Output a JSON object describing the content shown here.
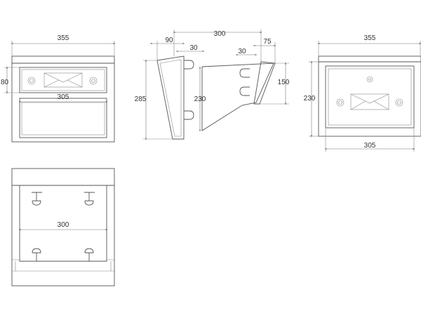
{
  "drawing": {
    "front_view": {
      "overall_width": "355",
      "inner_width": "305",
      "panel_height": "80"
    },
    "side_view": {
      "depth_total": "300",
      "top_offset": "90",
      "gap_a": "30",
      "gap_b": "30",
      "front_overhang": "75",
      "overall_height": "285",
      "back_height": "230",
      "front_height": "150"
    },
    "top_view": {
      "overall_width": "355",
      "depth": "230",
      "inner_width": "305"
    },
    "bottom_view": {
      "rail_span": "300"
    }
  }
}
